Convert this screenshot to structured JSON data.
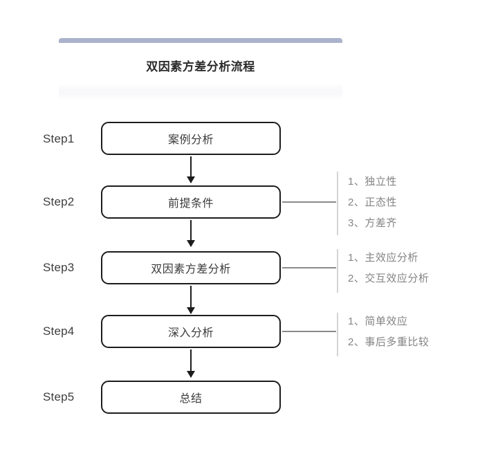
{
  "title": {
    "text": "双因素方差分析流程",
    "accent_color": "#aab3cb"
  },
  "flow": {
    "box_border_color": "#1c1c1c",
    "connector_color": "#8a8a8a",
    "divider_color": "#d4d4d4",
    "steps": [
      {
        "label": "Step1",
        "box_text": "案例分析",
        "annotations": []
      },
      {
        "label": "Step2",
        "box_text": "前提条件",
        "annotations": [
          "1、独立性",
          "2、正态性",
          "3、方差齐"
        ]
      },
      {
        "label": "Step3",
        "box_text": "双因素方差分析",
        "annotations": [
          "1、主效应分析",
          "2、交互效应分析"
        ]
      },
      {
        "label": "Step4",
        "box_text": "深入分析",
        "annotations": [
          "1、简单效应",
          "2、事后多重比较"
        ]
      },
      {
        "label": "Step5",
        "box_text": "总结",
        "annotations": []
      }
    ]
  }
}
